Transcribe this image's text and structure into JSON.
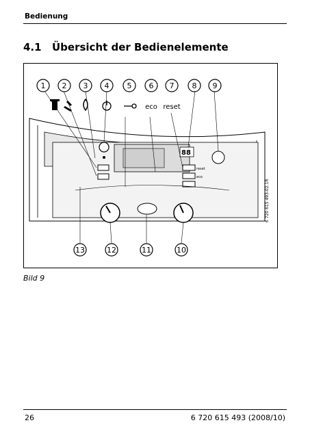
{
  "header": {
    "section": "Bedienung"
  },
  "title": {
    "number": "4.1",
    "text": "Übersicht der Bedienelemente"
  },
  "figure": {
    "callouts_top": [
      "1",
      "2",
      "3",
      "4",
      "5",
      "6",
      "7",
      "8",
      "9"
    ],
    "callouts_bottom": [
      "13",
      "12",
      "11",
      "10"
    ],
    "labels": {
      "eco": "eco",
      "reset": "reset",
      "display": "88"
    },
    "button_labels": {
      "reset": "reset",
      "eco": "eco"
    },
    "drawing_ref": "6 720 615 493-02.1R",
    "icons": [
      "chimney-sweep-icon",
      "wrench-icon",
      "flame-icon",
      "power-icon",
      "key-icon"
    ]
  },
  "caption": "Bild 9",
  "footer": {
    "page": "26",
    "doc": "6 720 615 493 (2008/10)"
  }
}
